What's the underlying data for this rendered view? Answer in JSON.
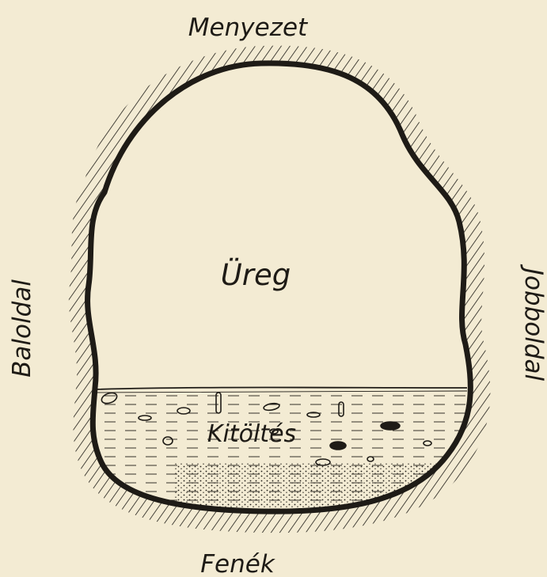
{
  "labels": {
    "top": "Menyezet",
    "bottom": "Fenék",
    "left": "Baloldal",
    "right": "Jobboldal",
    "cavity": "Üreg",
    "fill": "Kitöltés"
  },
  "colors": {
    "paper": "#f3ebd3",
    "ink": "#1e1b16"
  }
}
